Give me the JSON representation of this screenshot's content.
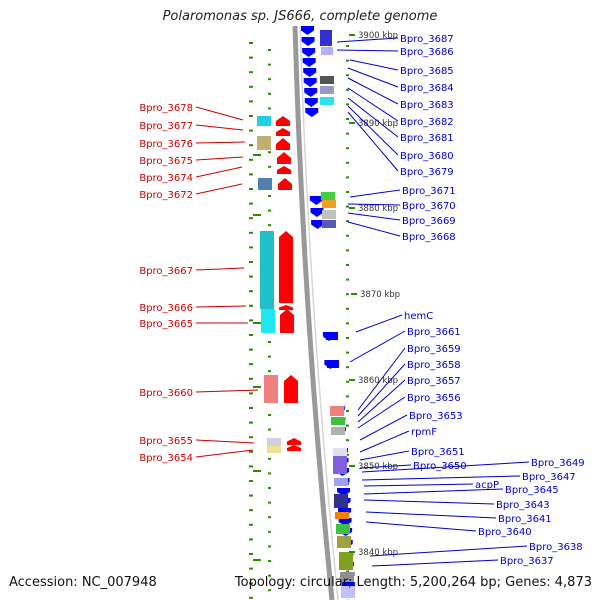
{
  "title": "Polaromonas sp. JS666, complete genome",
  "accession": "Accession: NC_007948",
  "topology": "Topology: circular; Length: 5,200,264 bp; Genes: 4,873",
  "colors": {
    "forward_label": "#cc0000",
    "reverse_label": "#0000cc",
    "forward_arrow": "#ff0000",
    "reverse_arrow": "#0000ff",
    "tick": "#2e8b00",
    "backbone": "#999999"
  },
  "scale_ticks": [
    "3900 kbp",
    "3890 kbp",
    "3880 kbp",
    "3870 kbp",
    "3860 kbp",
    "3850 kbp",
    "3840 kbp"
  ],
  "left_genes": [
    "Bpro_3678",
    "Bpro_3677",
    "Bpro_3676",
    "Bpro_3675",
    "Bpro_3674",
    "Bpro_3672",
    "Bpro_3667",
    "Bpro_3666",
    "Bpro_3665",
    "Bpro_3660",
    "Bpro_3655",
    "Bpro_3654"
  ],
  "right_genes": [
    "Bpro_3687",
    "Bpro_3686",
    "Bpro_3685",
    "Bpro_3684",
    "Bpro_3683",
    "Bpro_3682",
    "Bpro_3681",
    "Bpro_3680",
    "Bpro_3679",
    "Bpro_3671",
    "Bpro_3670",
    "Bpro_3669",
    "Bpro_3668",
    "hemC",
    "Bpro_3661",
    "Bpro_3659",
    "Bpro_3658",
    "Bpro_3657",
    "Bpro_3656",
    "Bpro_3653",
    "rpmF",
    "Bpro_3651",
    "Bpro_3650",
    "Bpro_3649",
    "Bpro_3647",
    "acpP",
    "Bpro_3645",
    "Bpro_3643",
    "Bpro_3641",
    "Bpro_3640",
    "Bpro_3638",
    "Bpro_3637"
  ]
}
